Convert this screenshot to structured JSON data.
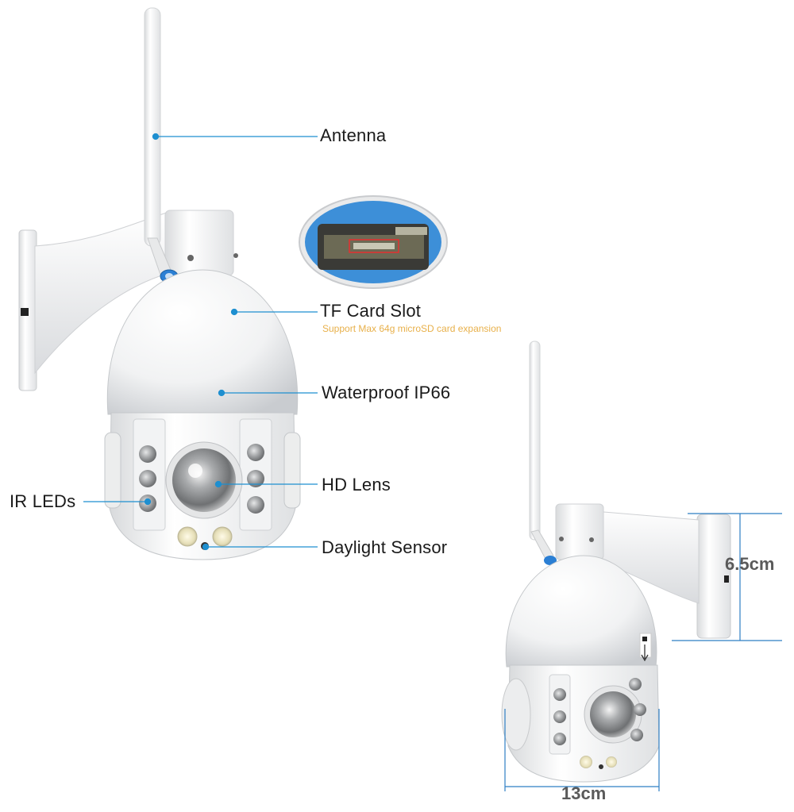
{
  "callouts": {
    "antenna": "Antenna",
    "tf_card_slot": "TF Card Slot",
    "tf_card_note": "Support Max 64g microSD card expansion",
    "waterproof": "Waterproof IP66",
    "hd_lens": "HD Lens",
    "ir_leds": "IR LEDs",
    "daylight_sensor": "Daylight Sensor"
  },
  "dimensions": {
    "height": "6.5cm",
    "width": "13cm"
  },
  "colors": {
    "leader_line": "#1e8fd0",
    "note_text": "#e8b04a",
    "accent_ring": "#2b7fd4",
    "dimension_line": "#2f7fc4"
  }
}
